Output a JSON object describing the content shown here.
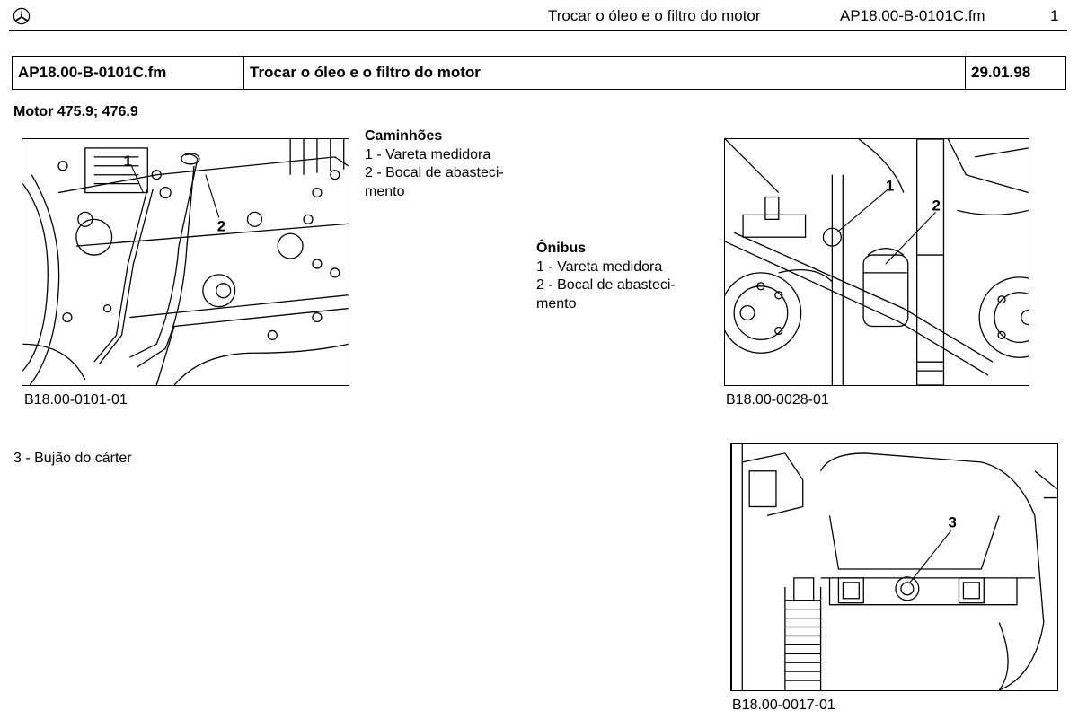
{
  "header": {
    "doc_title": "Trocar o óleo e o filtro do motor",
    "file_name": "AP18.00-B-0101C.fm",
    "page_number": "1",
    "logo_icon": "mercedes-star-icon"
  },
  "title_table": {
    "doc_id": "AP18.00-B-0101C.fm",
    "title": "Trocar o óleo e o filtro do motor",
    "date": "29.01.98"
  },
  "subtitle": "Motor 475.9; 476.9",
  "legend_trucks": {
    "title": "Caminhões",
    "item1": "1 - Vareta medidora",
    "item2_line1": "2 - Bocal de abasteci-",
    "item2_line2": "mento"
  },
  "legend_bus": {
    "title": "Ônibus",
    "item1": "1 - Vareta medidora",
    "item2_line1": "2 - Bocal de abasteci-",
    "item2_line2": "mento"
  },
  "plug_note": "3 - Bujão do cárter",
  "figures": {
    "fig1": {
      "caption": "B18.00-0101-01",
      "callout1": "1",
      "callout2": "2"
    },
    "fig2": {
      "caption": "B18.00-0028-01",
      "callout1": "1",
      "callout2": "2"
    },
    "fig3": {
      "caption": "B18.00-0017-01",
      "callout3": "3"
    }
  }
}
